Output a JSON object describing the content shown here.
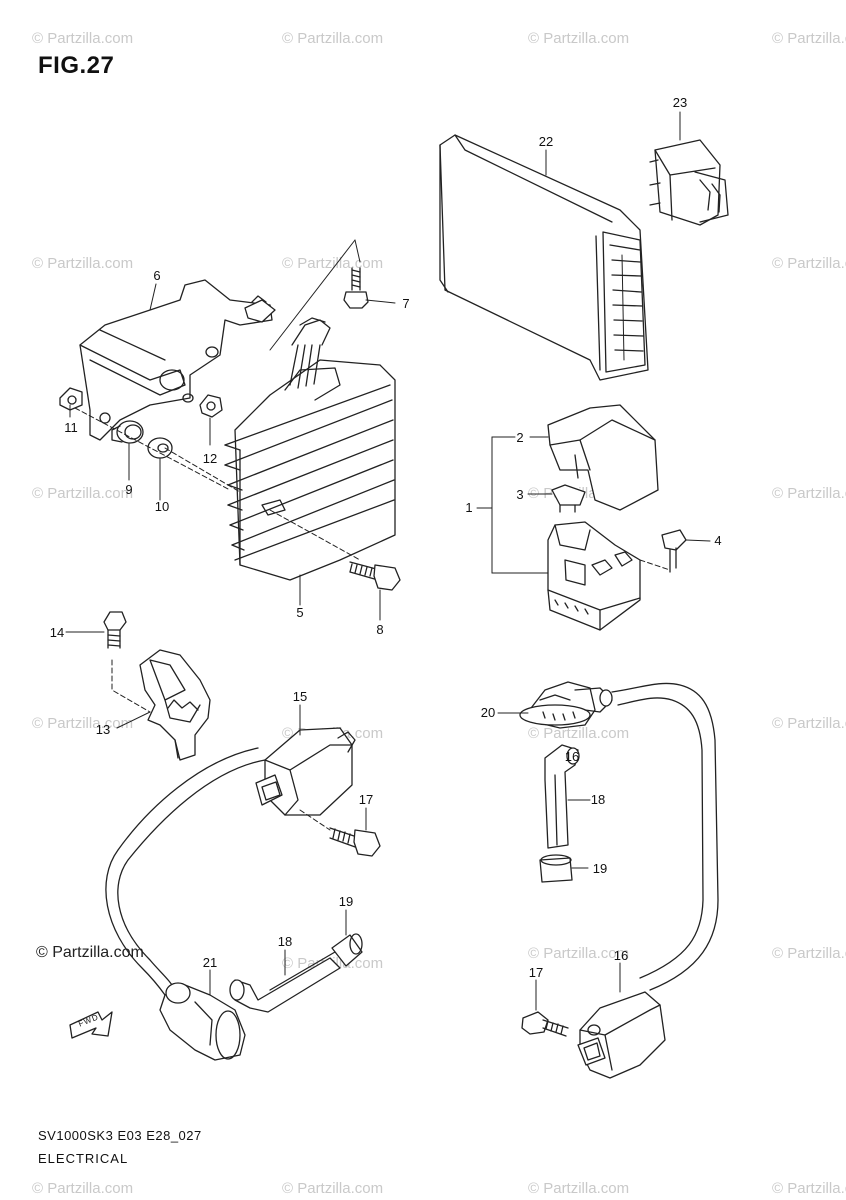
{
  "figure": {
    "title": "FIG.27",
    "model_code": "SV1000SK3 E03 E28_027",
    "section_name": "ELECTRICAL",
    "copyright": "© Partzilla.com",
    "watermark_text": "© Partzilla.com",
    "front_arrow_label": "FWD"
  },
  "callouts": [
    {
      "id": "1",
      "label": "1"
    },
    {
      "id": "2",
      "label": "2"
    },
    {
      "id": "3",
      "label": "3"
    },
    {
      "id": "4",
      "label": "4"
    },
    {
      "id": "5",
      "label": "5"
    },
    {
      "id": "6",
      "label": "6"
    },
    {
      "id": "7",
      "label": "7"
    },
    {
      "id": "8",
      "label": "8"
    },
    {
      "id": "9",
      "label": "9"
    },
    {
      "id": "10",
      "label": "10"
    },
    {
      "id": "11",
      "label": "11"
    },
    {
      "id": "12",
      "label": "12"
    },
    {
      "id": "13",
      "label": "13"
    },
    {
      "id": "14",
      "label": "14"
    },
    {
      "id": "15",
      "label": "15"
    },
    {
      "id": "16a",
      "label": "16"
    },
    {
      "id": "16b",
      "label": "16"
    },
    {
      "id": "17a",
      "label": "17"
    },
    {
      "id": "17b",
      "label": "17"
    },
    {
      "id": "18a",
      "label": "18"
    },
    {
      "id": "18b",
      "label": "18"
    },
    {
      "id": "19a",
      "label": "19"
    },
    {
      "id": "19b",
      "label": "19"
    },
    {
      "id": "20",
      "label": "20"
    },
    {
      "id": "21",
      "label": "21"
    },
    {
      "id": "22",
      "label": "22"
    },
    {
      "id": "23",
      "label": "23"
    }
  ]
}
